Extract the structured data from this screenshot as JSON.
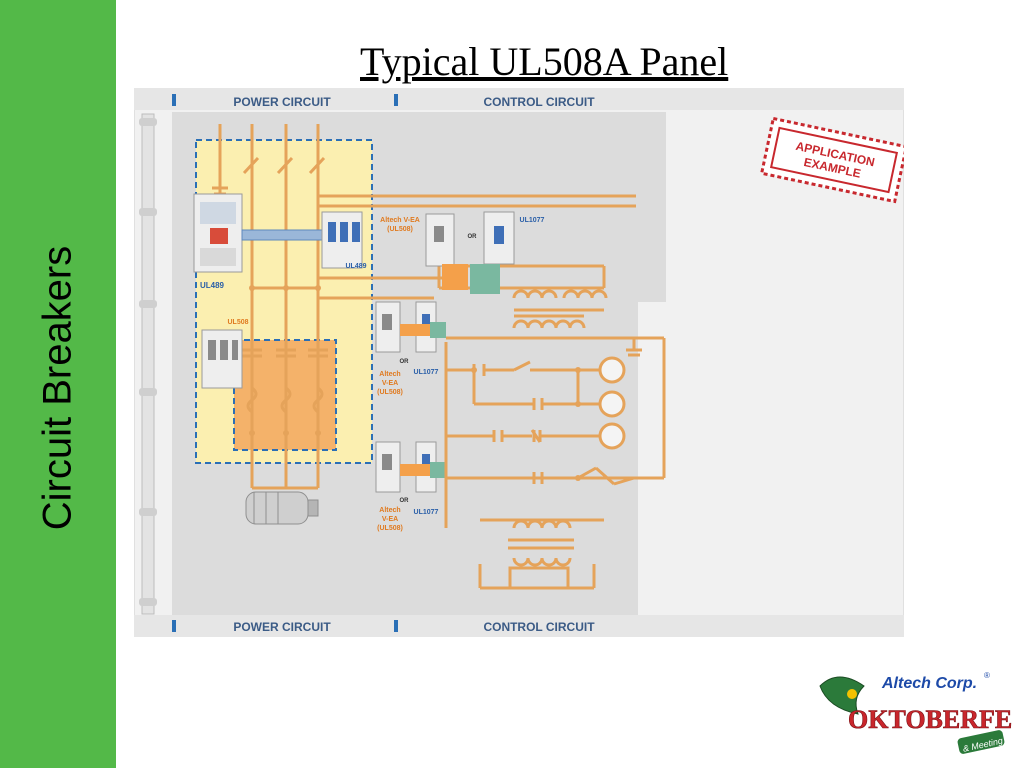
{
  "sidebar": {
    "label": "Circuit Breakers"
  },
  "title": "Typical UL508A Panel",
  "diagram": {
    "header_left": "POWER CIRCUIT",
    "header_right": "CONTROL CIRCUIT",
    "footer_left": "POWER CIRCUIT",
    "footer_right": "CONTROL CIRCUIT",
    "stamp_line1": "APPLICATION",
    "stamp_line2": "EXAMPLE",
    "labels": {
      "ul489_main": "UL489",
      "ul489_small": "UL489",
      "ul508": "UL508",
      "altech_top_1": "Altech V-EA",
      "altech_top_2": "(UL508)",
      "or_top": "OR",
      "ul1077_top": "UL1077",
      "altech_mid_1": "Altech",
      "altech_mid_2": "V-EA",
      "altech_mid_3": "(UL508)",
      "or_mid": "OR",
      "ul1077_mid": "UL1077",
      "altech_bot_1": "Altech",
      "altech_bot_2": "V-EA",
      "altech_bot_3": "(UL508)",
      "or_bot": "OR",
      "ul1077_bot": "UL1077"
    }
  },
  "logo": {
    "brand": "Altech Corp.",
    "registered": "®",
    "event": "OKTOBERFEST",
    "tagline": "& Meeting"
  },
  "colors": {
    "sidebar": "#53b948",
    "wire": "#e5a35a",
    "yellow_zone": "#fbefb0",
    "orange_zone": "#f4b26a",
    "dashed_border": "#2a6fb6",
    "header_text": "#3b5b86",
    "stamp": "#c8282e"
  }
}
